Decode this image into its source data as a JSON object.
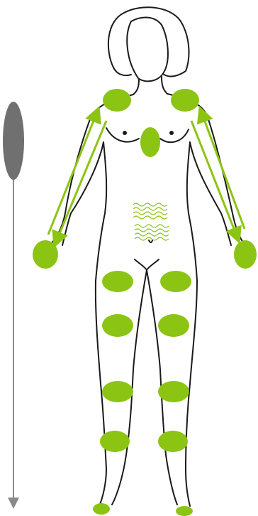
{
  "colors": {
    "background": "#ffffff",
    "outline": "#1a1a1a",
    "spot_green": "#8cc414",
    "arrow_green": "#8cc414",
    "scale_gray": "#8a8a8a",
    "scale_bulb": "#6e6e6e"
  },
  "figure": {
    "kind": "female-body-outline-front-view",
    "spot_regions": [
      "left-shoulder",
      "right-shoulder",
      "sternum",
      "left-hand",
      "right-hand",
      "left-thigh",
      "right-thigh",
      "left-knee",
      "right-knee",
      "left-shin",
      "right-shin",
      "left-ankle",
      "right-ankle",
      "left-foot",
      "right-foot"
    ],
    "arm_arrows": [
      "left-arm-up",
      "left-arm-down",
      "right-arm-up",
      "right-arm-down"
    ],
    "abdomen_pattern": "wavy-lines"
  },
  "scale_indicator": {
    "kind": "vertical-gauge-with-bulb",
    "direction": "down"
  }
}
